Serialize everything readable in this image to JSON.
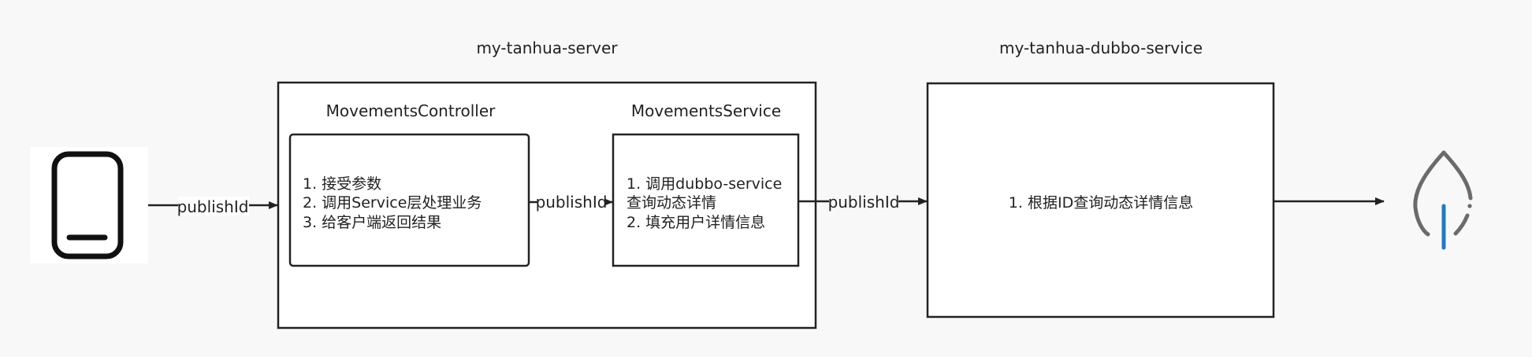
{
  "colors": {
    "background": "#f8f8f8",
    "stroke": "#222222",
    "phone_icon": "#111111",
    "mongodb_leaf_stroke": "#6b6b6b",
    "mongodb_leaf_stem": "#1f7ac7"
  },
  "icons": {
    "client": "phone-icon",
    "database": "mongodb-icon"
  },
  "server": {
    "title": "my-tanhua-server",
    "controller": {
      "title": "MovementsController",
      "lines": [
        "1. 接受参数",
        "2. 调用Service层处理业务",
        "3. 给客户端返回结果"
      ]
    },
    "service": {
      "title": "MovementsService",
      "lines": [
        "1. 调用dubbo-service",
        "查询动态详情",
        "2. 填充用户详情信息"
      ]
    }
  },
  "dubbo": {
    "title": "my-tanhua-dubbo-service",
    "lines": [
      "1. 根据ID查询动态详情信息"
    ]
  },
  "edges": {
    "client_to_controller": "publishId",
    "controller_to_service": "publishId",
    "service_to_dubbo": "publishId"
  }
}
